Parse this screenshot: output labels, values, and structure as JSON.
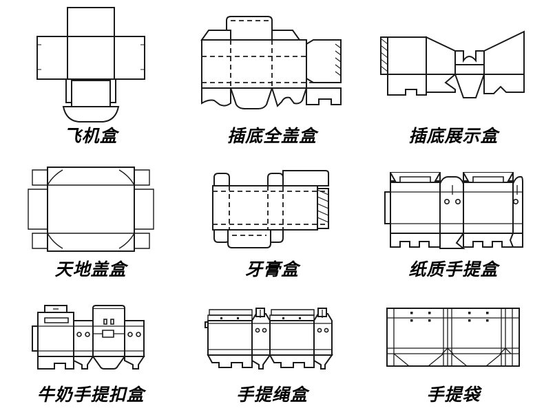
{
  "page": {
    "background_color": "#ffffff",
    "line_color": "#1a1a1a",
    "columns": 3,
    "rows": 3
  },
  "items": [
    {
      "id": "airplane-box",
      "label": "飞机盒",
      "diagram_name": "airplane-box-dieline",
      "description": "十字形摇盖飞机盒展开图"
    },
    {
      "id": "tuck-bottom-full-cover-box",
      "label": "插底全盖盒",
      "diagram_name": "tuck-bottom-full-cover-box-dieline",
      "description": "插底全盖盒展开图，含虚线折痕与粘口"
    },
    {
      "id": "tuck-bottom-display-box",
      "label": "插底展示盒",
      "diagram_name": "tuck-bottom-display-box-dieline",
      "description": "插底展示盒展开图，带斜切展示面"
    },
    {
      "id": "lid-and-base-box",
      "label": "天地盖盒",
      "diagram_name": "lid-and-base-box-dieline",
      "description": "天地盖盒盘式展开图"
    },
    {
      "id": "toothpaste-box",
      "label": "牙膏盒",
      "diagram_name": "toothpaste-box-dieline",
      "description": "牙膏盒插舌展开图，右侧锯齿粘口"
    },
    {
      "id": "paper-handle-box",
      "label": "纸质手提盒",
      "diagram_name": "paper-handle-box-dieline",
      "description": "纸质手提盒展开图，含提手开口与穿绳孔"
    },
    {
      "id": "milk-handle-buckle-box",
      "label": "牛奶手提扣盒",
      "diagram_name": "milk-handle-buckle-box-dieline",
      "description": "牛奶手提扣盒展开图，带提手扣位与穿孔"
    },
    {
      "id": "rope-handle-box",
      "label": "手提绳盒",
      "diagram_name": "rope-handle-box-dieline",
      "description": "手提绳盒展开图，顶部穿绳孔"
    },
    {
      "id": "handbag",
      "label": "手提袋",
      "diagram_name": "handbag-dieline",
      "description": "手提袋展开图，顶部打孔与底部折角线"
    }
  ]
}
